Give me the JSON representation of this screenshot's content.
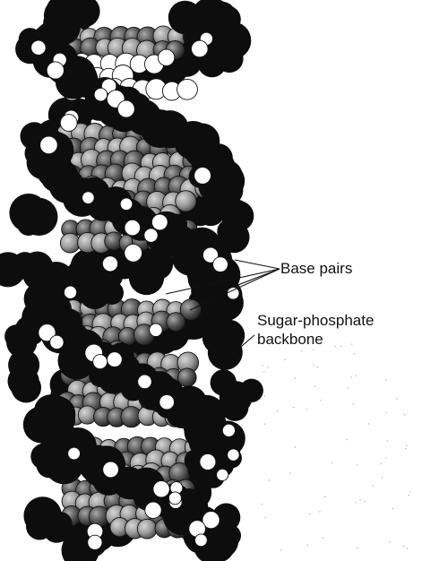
{
  "labels": {
    "base_pairs": "Base pairs",
    "sugar_phosphate_line1": "Sugar-phosphate",
    "sugar_phosphate_line2": "backbone"
  },
  "colors": {
    "background": "#ffffff",
    "backbone": "#0d0d0d",
    "backbone_highlight": "#ffffff",
    "base_light": "#9a9a9a",
    "base_dark": "#555555",
    "base_white": "#ffffff",
    "leader_line": "#111111"
  },
  "icons": [
    "dna-double-helix-space-filling-model"
  ]
}
